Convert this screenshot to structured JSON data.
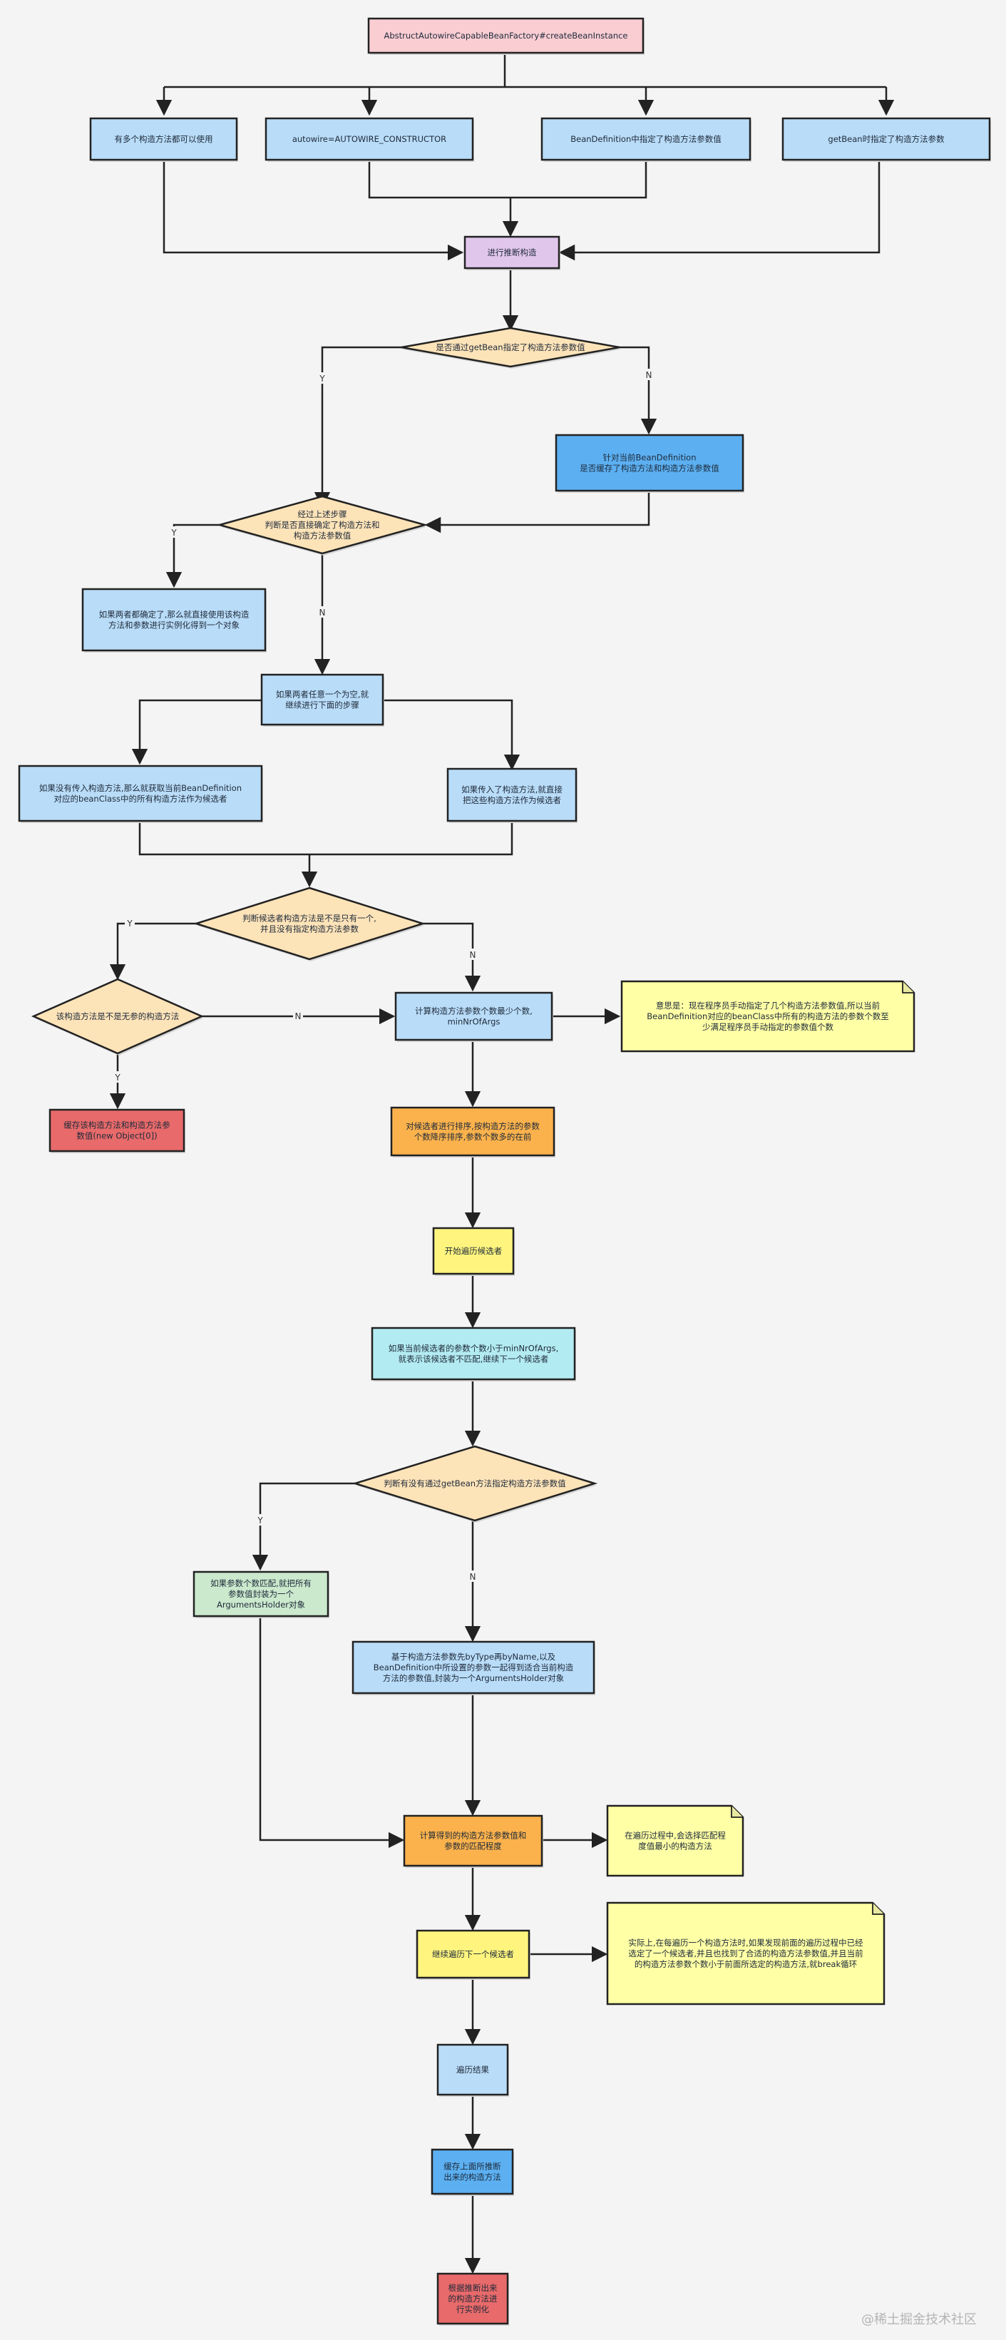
{
  "colors": {
    "pink": "#f9cdd2",
    "blue": "#b9dcf8",
    "blue_mid": "#5cb0f2",
    "purple": "#e1c6ec",
    "beige": "#fde3b8",
    "orange": "#fbb24c",
    "yellow": "#fff57e",
    "note": "#ffffa5",
    "cyan": "#b3ebf2",
    "green": "#cbe9cd",
    "red": "#e86a6a",
    "line": "#222222"
  },
  "nodes": {
    "start": [
      "AbstructAutowireCapableBeanFactory#createBeanInstance"
    ],
    "multi_ctor": [
      "有多个构造方法都可以使用"
    ],
    "autowire_ctor": [
      "autowire=AUTOWIRE_CONSTRUCTOR"
    ],
    "bd_args": [
      "BeanDefinition中指定了构造方法参数值"
    ],
    "getbean_args": [
      "getBean时指定了构造方法参数"
    ],
    "infer": [
      "进行推断构造"
    ],
    "d_getbean": [
      "是否通过getBean指定了构造方法参数值"
    ],
    "check_cache": [
      "针对当前BeanDefinition",
      "是否缓存了构造方法和构造方法参数值"
    ],
    "d_determined": [
      "经过上述步骤",
      "判断是否直接确定了构造方法和",
      "构造方法参数值"
    ],
    "direct_use": [
      "如果两者都确定了,那么就直接使用该构造",
      "方法和参数进行实例化得到一个对象"
    ],
    "either_null": [
      "如果两者任意一个为空,就",
      "继续进行下面的步骤"
    ],
    "no_ctor_passed": [
      "如果没有传入构造方法,那么就获取当前BeanDefinition",
      "对应的beanClass中的所有构造方法作为候选者"
    ],
    "ctor_passed": [
      "如果传入了构造方法,就直接",
      "把这些构造方法作为候选者"
    ],
    "d_single": [
      "判断候选者构造方法是不是只有一个,",
      "并且没有指定构造方法参数"
    ],
    "d_noarg": [
      "该构造方法是不是无参的构造方法"
    ],
    "calc_min": [
      "计算构造方法参数个数最少个数,",
      "minNrOfArgs"
    ],
    "note_min": [
      "意思是：现在程序员手动指定了几个构造方法参数值,所以当前",
      "BeanDefinition对应的beanClass中所有的构造方法的参数个数至",
      "少满足程序员手动指定的参数值个数"
    ],
    "cache_noarg": [
      "缓存该构造方法和构造方法参",
      "数值(new Object[0])"
    ],
    "sort": [
      "对候选者进行排序,按构造方法的参数",
      "个数降序排序,参数个数多的在前"
    ],
    "iterate": [
      "开始遍历候选者"
    ],
    "skip_less": [
      "如果当前候选者的参数个数小于minNrOfArgs,",
      "就表示该候选者不匹配,继续下一个候选者"
    ],
    "d_args_given": [
      "判断有没有通过getBean方法指定构造方法参数值"
    ],
    "wrap_match": [
      "如果参数个数匹配,就把所有",
      "参数值封装为一个",
      "ArgumentsHolder对象"
    ],
    "find_args": [
      "基于构造方法参数先byType再byName,以及",
      "BeanDefinition中所设置的参数一起得到适合当前构造",
      "方法的参数值,封装为一个ArgumentsHolder对象"
    ],
    "calc_weight": [
      "计算得到的构造方法参数值和",
      "参数的匹配程度"
    ],
    "note_weight": [
      "在遍历过程中,会选择匹配程",
      "度值最小的构造方法"
    ],
    "next_candidate": [
      "继续遍历下一个候选者"
    ],
    "note_break": [
      "实际上,在每遍历一个构造方法时,如果发现前面的遍历过程中已经",
      "选定了一个候选者,并且也找到了合适的构造方法参数值,并且当前",
      "的构造方法参数个数小于前面所选定的构造方法,就break循环"
    ],
    "result": [
      "遍历结果"
    ],
    "cache_ctor": [
      "缓存上面所推断",
      "出来的构造方法"
    ],
    "instantiate": [
      "根据推断出来",
      "的构造方法进",
      "行实例化"
    ]
  },
  "edge_labels": {
    "yes": "Y",
    "no": "N"
  },
  "watermark": "@稀土掘金技术社区"
}
